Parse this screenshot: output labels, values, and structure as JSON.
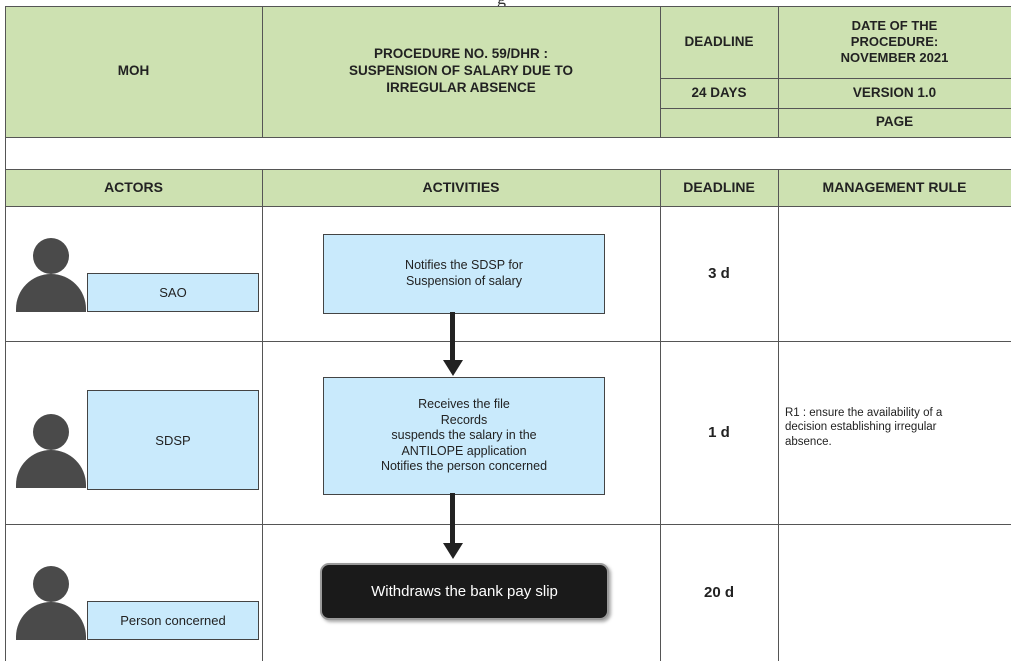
{
  "top_fragment": "g",
  "header": {
    "org": "MOH",
    "procedure_lines": [
      "PROCEDURE NO. 59/DHR :",
      "SUSPENSION OF SALARY DUE TO",
      "IRREGULAR ABSENCE"
    ],
    "deadline_label": "DEADLINE",
    "deadline_value": "24 DAYS",
    "date_lines": [
      "DATE OF THE",
      "PROCEDURE:",
      "NOVEMBER 2021"
    ],
    "version": "VERSION 1.0",
    "page": "PAGE"
  },
  "columns": {
    "actors": "ACTORS",
    "activities": "ACTIVITIES",
    "deadline": "DEADLINE",
    "management_rule": "MANAGEMENT RULE"
  },
  "rows": [
    {
      "actor": "SAO",
      "activity_lines": [
        "Notifies the SDSP for",
        "Suspension of salary"
      ],
      "deadline": "3 d",
      "rule_lines": []
    },
    {
      "actor": "SDSP",
      "activity_lines": [
        "Receives the file",
        "Records",
        "suspends the salary in the",
        "ANTILOPE application",
        "Notifies the person concerned"
      ],
      "deadline": "1 d",
      "rule_lines": [
        "R1 : ensure the availability of a",
        "decision establishing irregular",
        "absence."
      ]
    },
    {
      "actor": "Person concerned",
      "activity_lines": [
        "Withdraws the bank pay slip"
      ],
      "deadline": "20 d",
      "rule_lines": []
    }
  ],
  "colors": {
    "header_green": "#cde1b1",
    "box_blue": "#c9eafc",
    "final_box": "#1a1a1a",
    "person_icon": "#4a4a4a"
  }
}
